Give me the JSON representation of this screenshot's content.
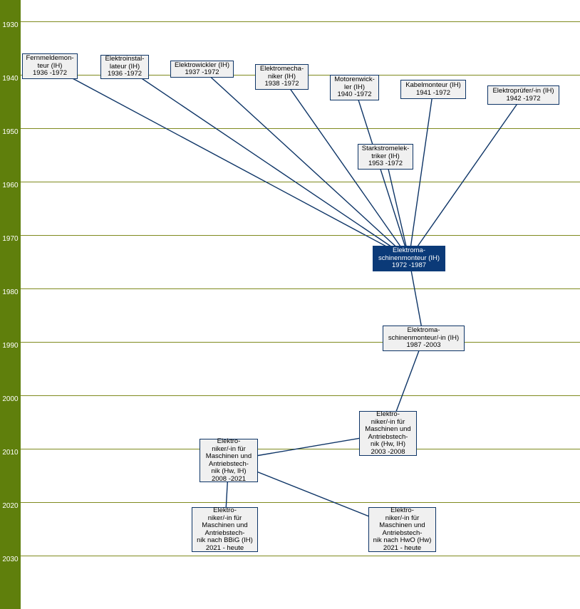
{
  "timeline": {
    "years": [
      "1930",
      "1940",
      "1950",
      "1960",
      "1970",
      "1980",
      "1990",
      "2000",
      "2010",
      "2020",
      "2030"
    ]
  },
  "colors": {
    "axis_bar": "#5f7f0c",
    "grid": "#7f8a1e",
    "edge": "#0d3466",
    "node_border": "#0d3466",
    "node_bg": "#f0f0f0",
    "active_bg": "#0b3a78"
  },
  "nodes": [
    {
      "id": "fernmeldemonteur",
      "text": "Fernmeldemon-\nteur (IH)\n1936 -1972",
      "active": false
    },
    {
      "id": "elektroinstallateur",
      "text": "Elektroinstal-\nlateur (IH)\n1936 -1972",
      "active": false
    },
    {
      "id": "elektrowickler",
      "text": "Elektrowickler (IH)\n1937 -1972",
      "active": false
    },
    {
      "id": "elektromechaniker",
      "text": "Elektromecha-\nniker (IH)\n1938 -1972",
      "active": false
    },
    {
      "id": "motorenwickler",
      "text": "Motorenwick-\nler (IH)\n1940 -1972",
      "active": false
    },
    {
      "id": "kabelmonteur",
      "text": "Kabelmonteur (IH)\n1941 -1972",
      "active": false
    },
    {
      "id": "elektropruefer",
      "text": "Elektroprüfer/-in (IH)\n1942 -1972",
      "active": false
    },
    {
      "id": "starkstromelektriker",
      "text": "Starkstromelek-\ntriker (IH)\n1953 -1972",
      "active": false
    },
    {
      "id": "elektromaschinenmonteur-1972",
      "text": "Elektroma-\nschinenmonteur (IH)\n1972 -1987",
      "active": true
    },
    {
      "id": "elektromaschinenmonteur-1987",
      "text": "Elektroma-\nschinenmonteur/-in (IH)\n1987 -2003",
      "active": false
    },
    {
      "id": "elektroniker-2003",
      "text": "Elektro-\nniker/-in für\nMaschinen und\nAntriebstech-\nnik (Hw, IH)\n2003 -2008",
      "active": false
    },
    {
      "id": "elektroniker-2008",
      "text": "Elektro-\nniker/-in für\nMaschinen und\nAntriebstech-\nnik (Hw, IH)\n2008 -2021",
      "active": false
    },
    {
      "id": "elektroniker-bbig",
      "text": "Elektro-\nniker/-in für\nMaschinen und\nAntriebstech-\nnik nach BBiG (IH)\n2021 - heute",
      "active": false
    },
    {
      "id": "elektroniker-hwo",
      "text": "Elektro-\nniker/-in für\nMaschinen und\nAntriebstech-\nnik nach HwO (Hw)\n2021 - heute",
      "active": false
    }
  ],
  "edges": [
    [
      "fernmeldemonteur",
      "elektromaschinenmonteur-1972"
    ],
    [
      "elektroinstallateur",
      "elektromaschinenmonteur-1972"
    ],
    [
      "elektrowickler",
      "elektromaschinenmonteur-1972"
    ],
    [
      "elektromechaniker",
      "elektromaschinenmonteur-1972"
    ],
    [
      "motorenwickler",
      "elektromaschinenmonteur-1972"
    ],
    [
      "kabelmonteur",
      "elektromaschinenmonteur-1972"
    ],
    [
      "elektropruefer",
      "elektromaschinenmonteur-1972"
    ],
    [
      "starkstromelektriker",
      "elektromaschinenmonteur-1972"
    ],
    [
      "elektromaschinenmonteur-1972",
      "elektromaschinenmonteur-1987"
    ],
    [
      "elektromaschinenmonteur-1987",
      "elektroniker-2003"
    ],
    [
      "elektroniker-2003",
      "elektroniker-2008"
    ],
    [
      "elektroniker-2008",
      "elektroniker-bbig"
    ],
    [
      "elektroniker-2008",
      "elektroniker-hwo"
    ]
  ]
}
